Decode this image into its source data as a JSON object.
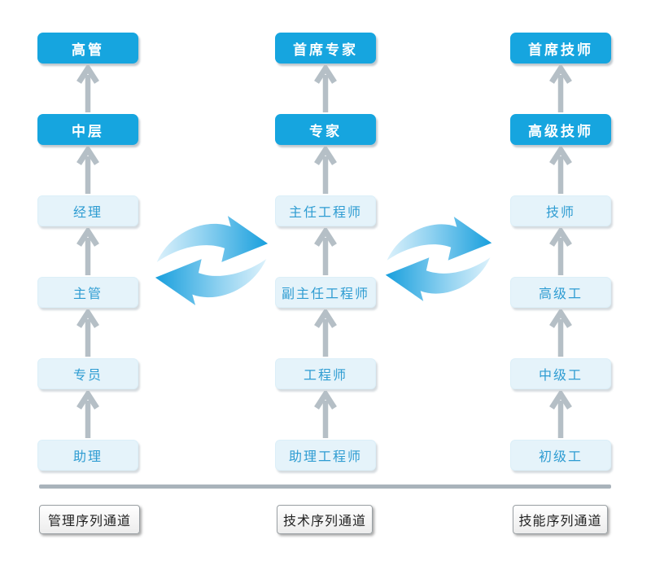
{
  "diagram": {
    "title": "",
    "columns": [
      {
        "id": "management",
        "channel_label": "管理序列通道",
        "levels_top_down": [
          "高管",
          "中层",
          "经理",
          "主管",
          "专员",
          "助理"
        ]
      },
      {
        "id": "technical",
        "channel_label": "技术序列通道",
        "levels_top_down": [
          "首席专家",
          "专家",
          "主任工程师",
          "副主任工程师",
          "工程师",
          "助理工程师"
        ]
      },
      {
        "id": "skill",
        "channel_label": "技能序列通道",
        "levels_top_down": [
          "首席技师",
          "高级技师",
          "技师",
          "高级工",
          "中级工",
          "初级工"
        ]
      }
    ],
    "highlighted_top_levels_per_column": 2,
    "arrow_direction": "upward",
    "swap_arrows_between": [
      "management-technical",
      "technical-skill"
    ],
    "colors": {
      "solid_box": "#16A5DF",
      "solid_box_text": "#FFFFFF",
      "light_box_bg": "#E5F3FA",
      "light_box_text": "#2E9CD2",
      "up_arrow": "#B5BFC6",
      "swap_gradient_light": "#DCF1FB",
      "swap_gradient_dark": "#189FDD",
      "divider": "#A9B3BB",
      "channel_label_text": "#222222"
    }
  }
}
